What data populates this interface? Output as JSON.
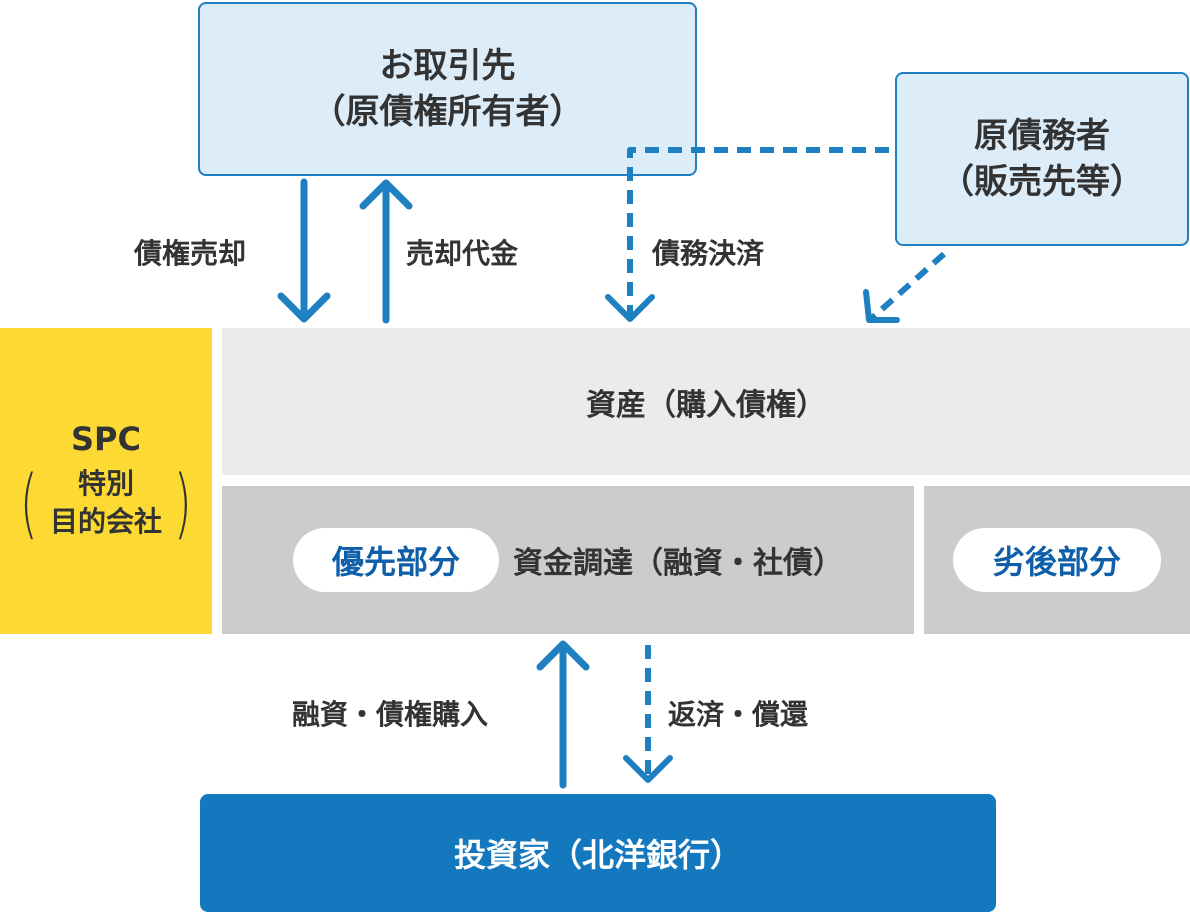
{
  "client": {
    "line1": "お取引先",
    "line2": "（原債権所有者）"
  },
  "debtor": {
    "line1": "原債務者",
    "line2": "（販売先等）"
  },
  "flows_top": {
    "sale": "債権売却",
    "proceeds": "売却代金",
    "settlement": "債務決済"
  },
  "spc": {
    "name": "SPC",
    "paren_open": "(",
    "paren_close": ")",
    "sub1": "特別",
    "sub2": "目的会社"
  },
  "assets": {
    "label": "資産（購入債権）"
  },
  "funding": {
    "senior": "優先部分",
    "label": "資金調達（融資・社債）",
    "junior": "劣後部分"
  },
  "flows_bottom": {
    "invest": "融資・債権購入",
    "repay": "返済・償還"
  },
  "investor": {
    "label": "投資家（北洋銀行）"
  },
  "colors": {
    "spc_yellow": "#fcd933",
    "blue": "#1e7fc1",
    "light_blue": "#dcecf9",
    "investor_blue": "#1378bd",
    "pill_text": "#0e5fa8"
  }
}
